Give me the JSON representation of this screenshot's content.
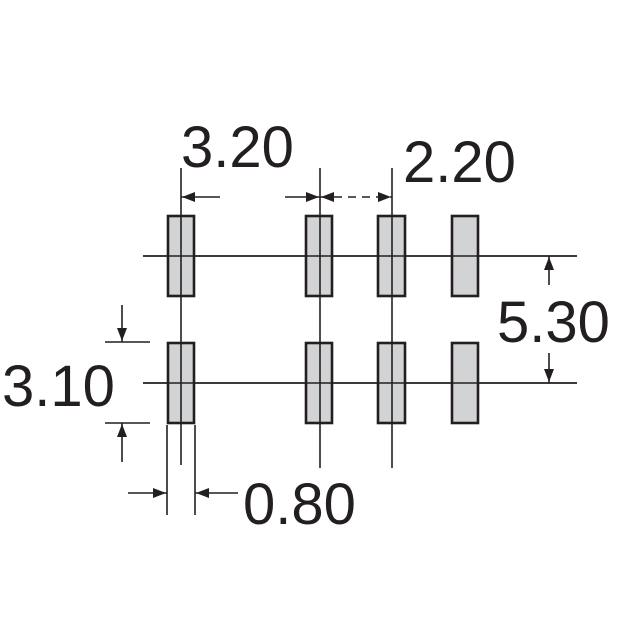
{
  "dimensions": {
    "pitch_x": "3.20",
    "pitch_x_small": "2.20",
    "row_pitch": "5.30",
    "pad_length": "3.10",
    "pad_width": "0.80"
  },
  "colors": {
    "pad_fill": "#d1d3d4",
    "stroke": "#231f20",
    "background": "#ffffff"
  }
}
